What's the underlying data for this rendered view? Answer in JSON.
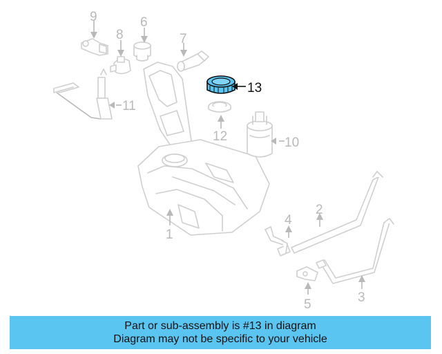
{
  "callouts": {
    "c1": "1",
    "c2": "2",
    "c3": "3",
    "c4": "4",
    "c5": "5",
    "c6": "6",
    "c7": "7",
    "c8": "8",
    "c9": "9",
    "c10": "10",
    "c11": "11",
    "c12": "12",
    "c13": "13"
  },
  "highlight": {
    "part": "13",
    "color": "#5bc5f2"
  },
  "banner": {
    "line1": "Part or sub-assembly is #13 in diagram",
    "line2": "Diagram may not be specific to your vehicle",
    "background": "#5bc5f2"
  }
}
